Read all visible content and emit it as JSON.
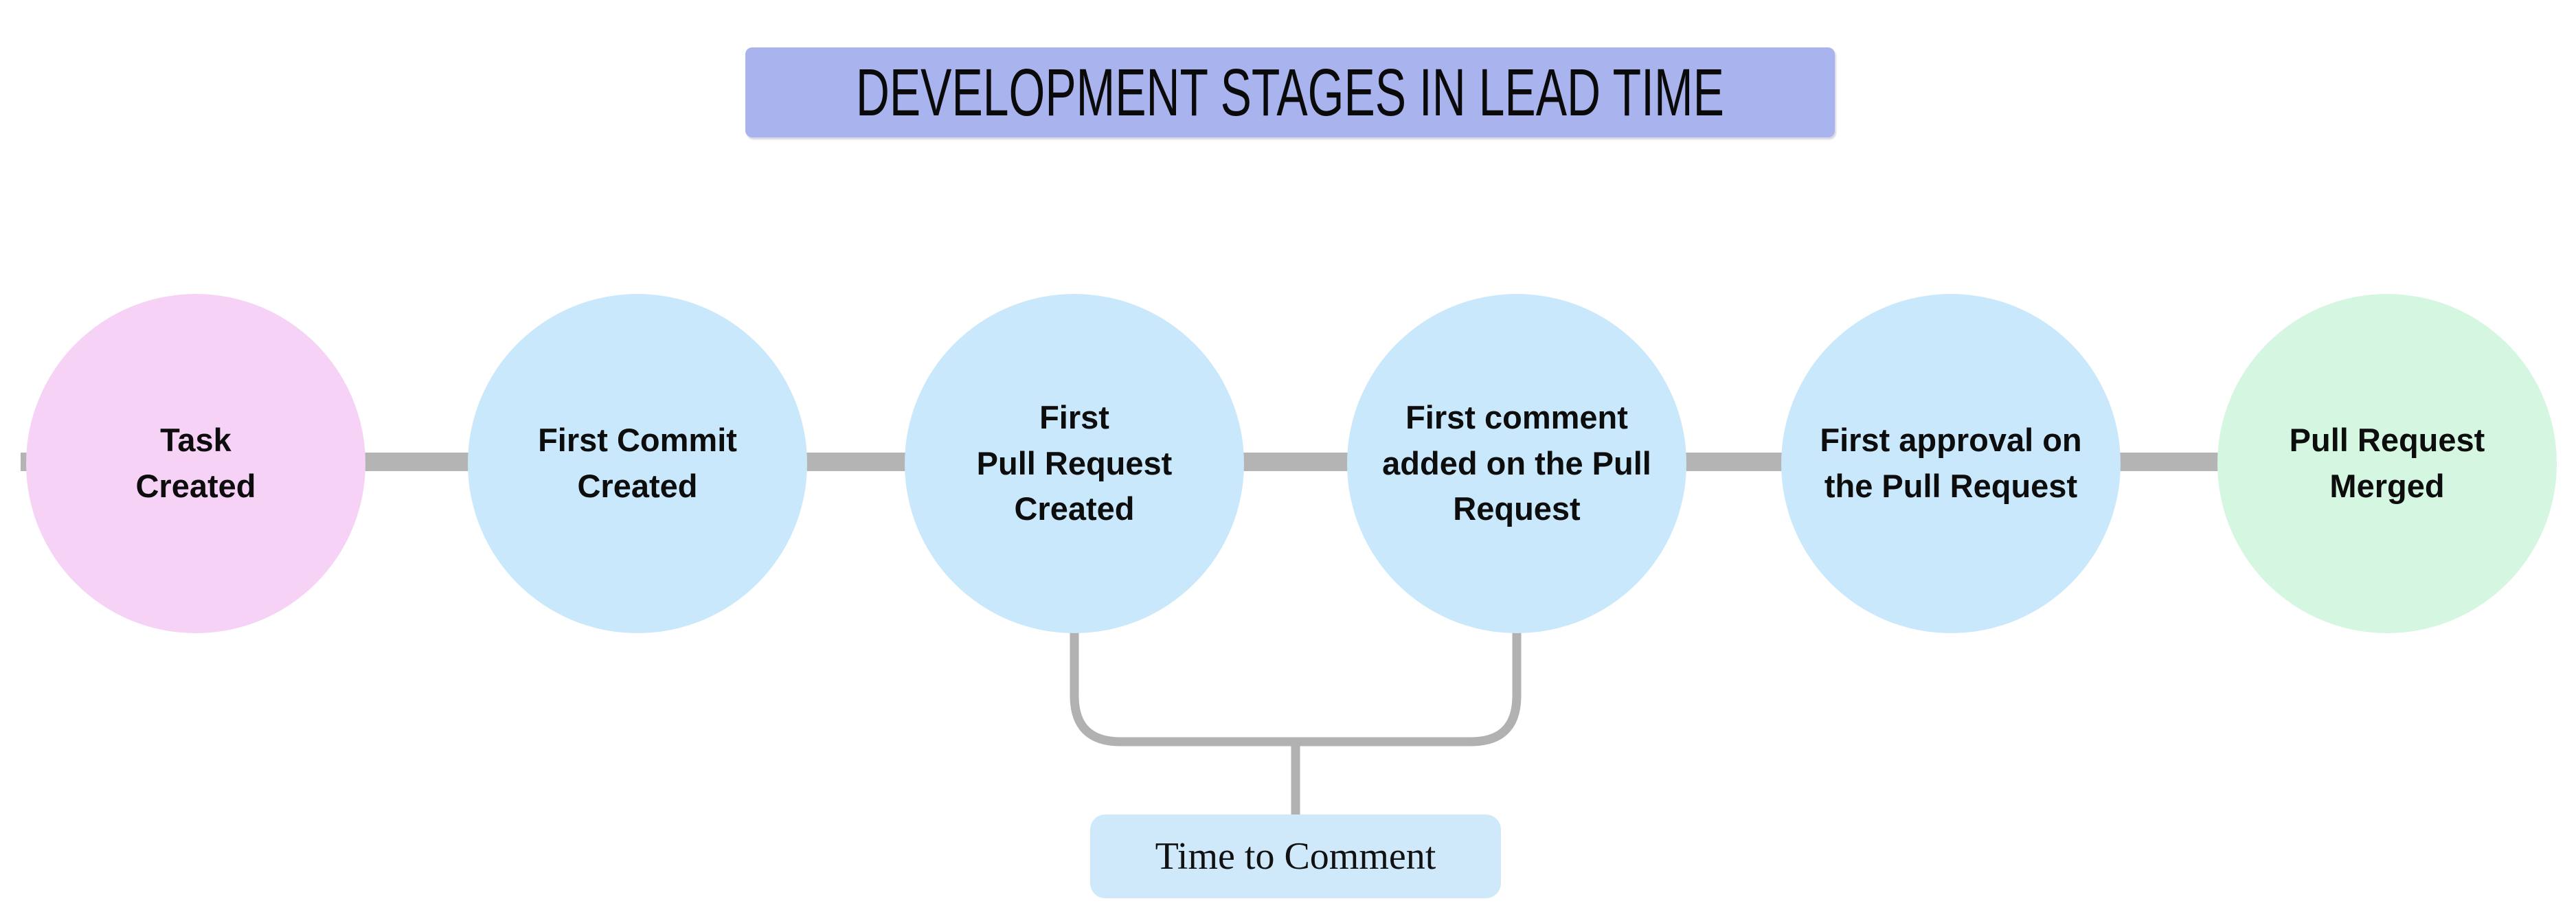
{
  "title": "DEVELOPMENT STAGES IN LEAD TIME",
  "nodes": [
    {
      "id": "task-created",
      "label": "Task\nCreated",
      "color": "#f5d2f6"
    },
    {
      "id": "first-commit-created",
      "label": "First Commit\nCreated",
      "color": "#c9e8fb"
    },
    {
      "id": "first-pull-request-created",
      "label": "First\nPull Request\nCreated",
      "color": "#c9e8fb"
    },
    {
      "id": "first-comment-added",
      "label": "First comment\nadded on the Pull\nRequest",
      "color": "#c9e8fb"
    },
    {
      "id": "first-approval",
      "label": "First approval on\nthe Pull Request",
      "color": "#c9e8fb"
    },
    {
      "id": "pull-request-merged",
      "label": "Pull Request\nMerged",
      "color": "#d5f6e1"
    }
  ],
  "callout": {
    "label": "Time to Comment",
    "color": "#cfe9fa"
  },
  "colors": {
    "banner": "#a9b4ee",
    "connector": "#b4b4b4",
    "bracket": "#b1b1b1",
    "text": "#0d0d0d",
    "background": "#ffffff"
  }
}
